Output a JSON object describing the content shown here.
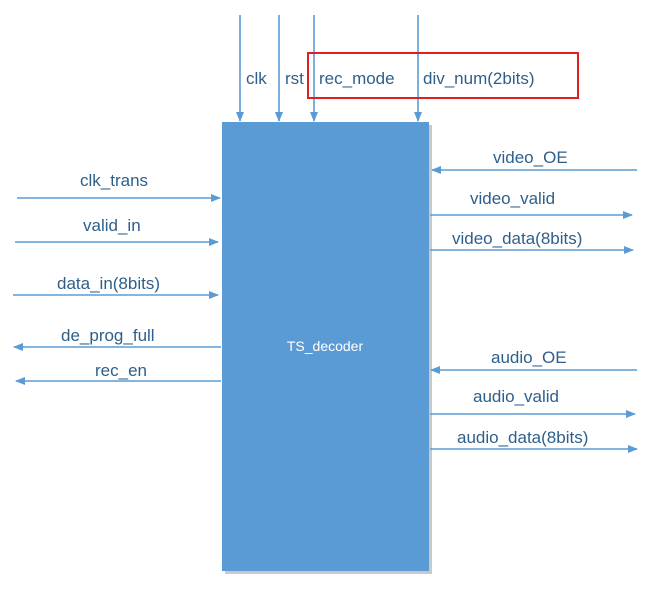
{
  "colors": {
    "block_fill": "#5b9bd5",
    "block_shadow": "#c9c9c9",
    "arrow": "#5b9bd5",
    "label_text": "#2e5f8a",
    "block_text": "#ffffff",
    "highlight_border": "#e02020"
  },
  "block": {
    "label": "TS_decoder"
  },
  "signals": {
    "top": {
      "clk": "clk",
      "rst": "rst",
      "rec_mode": "rec_mode",
      "div_num": "div_num(2bits)"
    },
    "left_inputs": {
      "clk_trans": "clk_trans",
      "valid_in": "valid_in",
      "data_in": "data_in(8bits)"
    },
    "left_outputs": {
      "de_prog_full": "de_prog_full",
      "rec_en": "rec_en"
    },
    "right_video": {
      "oe": "video_OE",
      "valid": "video_valid",
      "data": "video_data(8bits)"
    },
    "right_audio": {
      "oe": "audio_OE",
      "valid": "audio_valid",
      "data": "audio_data(8bits)"
    }
  }
}
